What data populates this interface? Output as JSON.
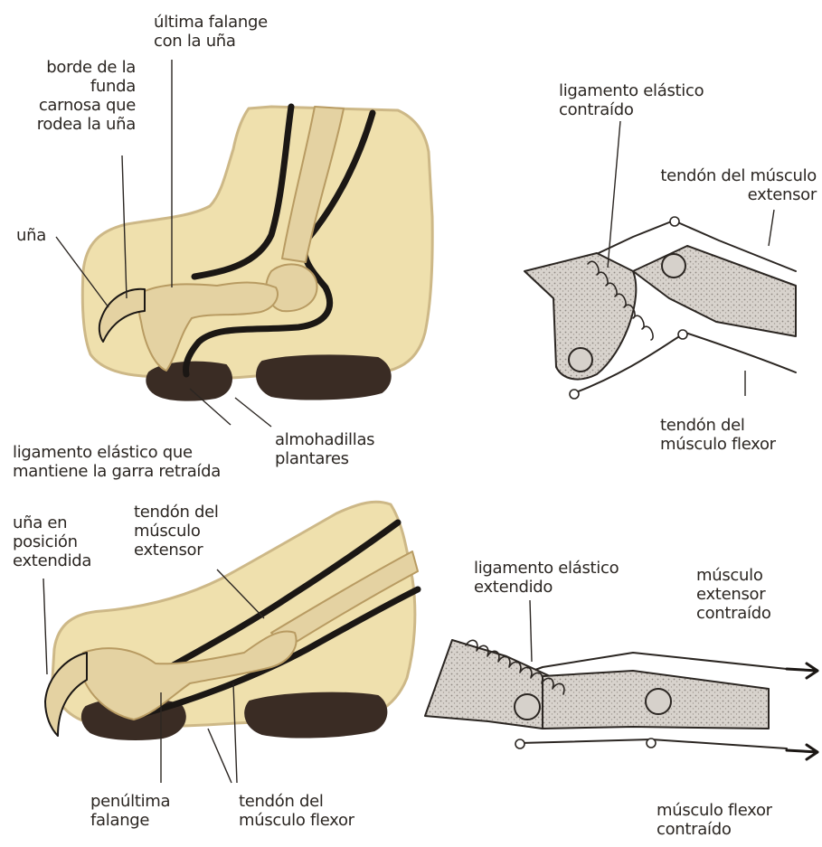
{
  "colors": {
    "fur": "#efe0ad",
    "fur_edge": "#cdb887",
    "bone": "#e4d2a2",
    "bone_shade": "#b89b62",
    "tendon": "#1b1714",
    "pad": "#3a2c24",
    "schematic_fill": "#c9c3bd",
    "ink": "#2b2622"
  },
  "labels": {
    "ultima_falange": "última falange\ncon la uña",
    "borde_funda": "borde de la\nfunda\ncarnosa que\nrodea la uña",
    "una": "uña",
    "almohadillas": "almohadillas\nplantares",
    "ligamento_retraida": "ligamento elástico que\nmantiene la garra retraída",
    "una_extendida": "uña en\nposición\nextendida",
    "tendon_extensor_bottom": "tendón del\nmúsculo\nextensor",
    "penultima_falange": "penúltima\nfalange",
    "tendon_flexor_bottom": "tendón del\nmúsculo flexor",
    "ligamento_contraido": "ligamento elástico\ncontraído",
    "tendon_extensor_top": "tendón del músculo\nextensor",
    "tendon_flexor_top": "tendón del\nmúsculo flexor",
    "ligamento_extendido": "ligamento elástico\nextendido",
    "musculo_extensor_contraido": "músculo\nextensor\ncontraído",
    "musculo_flexor_contraido": "músculo flexor\ncontraído"
  }
}
